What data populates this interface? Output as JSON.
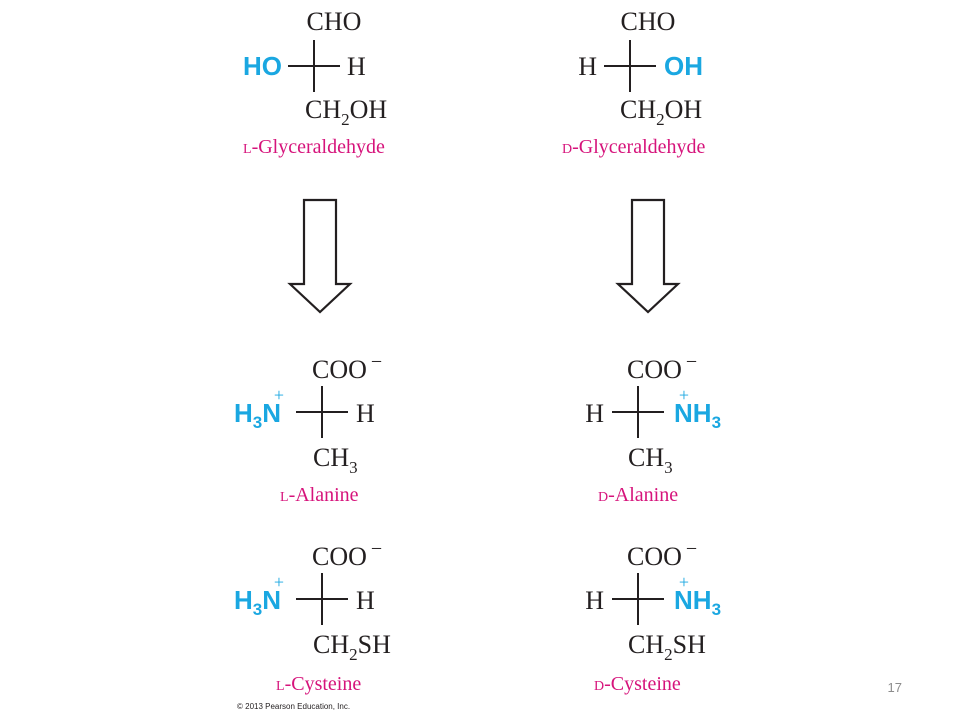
{
  "colors": {
    "black": "#231f20",
    "cyan": "#1aa7e1",
    "magenta": "#d6137b",
    "page_number": "#8c8c8c"
  },
  "glyphs": {
    "minus": "−",
    "plus": "+",
    "sub2": "2",
    "sub3": "3",
    "sl": "L",
    "sd": "D"
  },
  "l_glyceraldehyde": {
    "top": "CHO",
    "left": "HO",
    "right": "H",
    "bottom_a": "CH",
    "bottom_b": "OH",
    "name": "-Glyceraldehyde"
  },
  "d_glyceraldehyde": {
    "top": "CHO",
    "left": "H",
    "right": "OH",
    "bottom_a": "CH",
    "bottom_b": "OH",
    "name": "-Glyceraldehyde"
  },
  "l_alanine": {
    "top": "COO",
    "left_a": "H",
    "left_b": "N",
    "right": "H",
    "bottom": "CH",
    "name": "-Alanine"
  },
  "d_alanine": {
    "top": "COO",
    "left": "H",
    "right_a": "NH",
    "bottom": "CH",
    "name": "-Alanine"
  },
  "l_cysteine": {
    "top": "COO",
    "left_a": "H",
    "left_b": "N",
    "right": "H",
    "bottom_a": "CH",
    "bottom_b": "SH",
    "name": "-Cysteine"
  },
  "d_cysteine": {
    "top": "COO",
    "left": "H",
    "right_a": "NH",
    "bottom_a": "CH",
    "bottom_b": "SH",
    "name": "-Cysteine"
  },
  "copyright": "© 2013 Pearson Education, Inc.",
  "page_number": "17"
}
